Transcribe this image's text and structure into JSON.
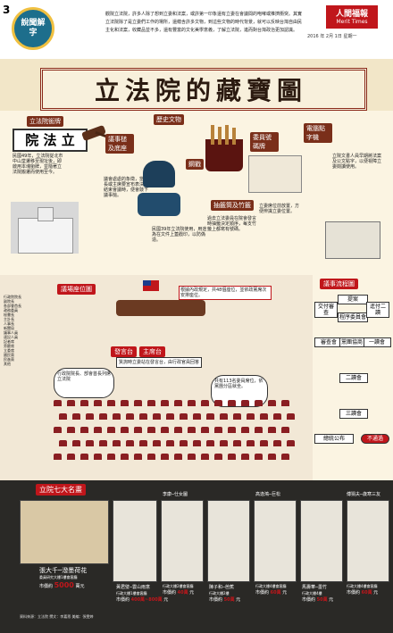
{
  "header": {
    "page_number": "3",
    "column_label": "說聞解字",
    "intro": "觀院立法院，許多人除了想到立委和法案，或許第一印象還有立委在會議間的咆哮或推擠衝突。其實立法院除了是立委們工作的場所，還蘊含許多文物，到這些文物的時代背景，就可以反映台灣自由民主化和法案，收藏品並不多，還有豐富的文化美學意義，了解立法院，進而對台灣政治更加認識。",
    "brand": "人間福報",
    "brand_en": "Merit Times",
    "date": "2016 年 2月 1日  星期一"
  },
  "main_title": "立法院的藏寶圖",
  "sections": {
    "history": "歷史文物",
    "court_label": "立法院銜牌",
    "court_title": "院 法 立",
    "court_text": "民國49年，立法院從北市中山堂遷移至現址後，即啟用本塊銜牌，並隨著立法院搬遷而使用至今。",
    "gavel_label": "議事槌及底座",
    "gavel_text": "議會處處的象徵，當院長或主席要宣布表決、結束會議時，便會敲下議事槌。",
    "seal_label": "鋼戳",
    "seal_text": "民國39年立法院使用，用途為在文件上蓋戳印，以防偽造。",
    "drawer_label": "抽籤筒及竹籤",
    "drawer_text": "過去立法委員在院會發言時抽籤決定順序，每支竹籤上都寫有號碼。",
    "committee_label": "委員號碼牌",
    "committee_text": "立委席位前放置，方便辨識立委位置。",
    "electronic_label": "電腦點字機",
    "electronic_text": "立院文書人員早期將法案及公文點字，以便視障立委閱讀使用。"
  },
  "chamber": {
    "title": "議場座位圖",
    "note_top": "根據內政規定，共48個座位，並依政黨席次安排座位。",
    "speaker_label": "發言台",
    "chair_label": "主席台",
    "note_left": "行政院院長、部會首長列席立法院",
    "note_center": "質詢時立委站在發言台，由行政官員回答",
    "note_right": "共有113名委員席位，依黨團分區就坐。",
    "legend": [
      "行政院院長",
      "副院長",
      "各部會首長",
      "政務委員",
      "秘書長",
      "主計長",
      "人事長",
      "新聞局",
      "議事人員",
      "速記人員",
      "記者席",
      "旁聽席",
      "立委席",
      "國民黨",
      "民進黨",
      "其他"
    ]
  },
  "flow": {
    "title": "議事流程圖",
    "nodes": [
      "提案",
      "程序委員會",
      "一讀會",
      "審查會",
      "黨團協商",
      "二讀會",
      "三讀會",
      "總統公布",
      "不通過",
      "交付審查",
      "逕付二讀"
    ]
  },
  "paintings": {
    "title": "立院七大名畫",
    "items": [
      {
        "name": "張大千─潑墨荷花",
        "line1": "委員研究大樓1樓會客廳",
        "line2": "市價約",
        "price": "5000",
        "unit": "萬元"
      },
      {
        "name": "黃君璧─雲山雨意",
        "line1": "行政大樓1樓會客廳",
        "line2": "市價約",
        "price": "400萬~800萬",
        "unit": "元"
      },
      {
        "name": "李康─仕女圖",
        "line1": "行政大樓2樓會客廳",
        "line2": "市價約",
        "price": "40萬",
        "unit": "元"
      },
      {
        "name": "陳子和─芭蕉",
        "line1": "行政大樓2樓",
        "line2": "市價約",
        "price": "50萬",
        "unit": "元"
      },
      {
        "name": "高逸鴻─巨松",
        "line1": "行政大樓4樓會客廳",
        "line2": "市價約",
        "price": "60萬",
        "unit": "元"
      },
      {
        "name": "馬壽華─墨竹",
        "line1": "行政大樓4樓",
        "line2": "市價約",
        "price": "50萬",
        "unit": "元"
      },
      {
        "name": "傅狷夫─歲寒三友",
        "line1": "行政大樓4樓會客廳",
        "line2": "市價約",
        "price": "60萬",
        "unit": "元"
      }
    ]
  },
  "credits": "資料來源：立法院  撰文：李嘉恩  美編：張雯婷"
}
